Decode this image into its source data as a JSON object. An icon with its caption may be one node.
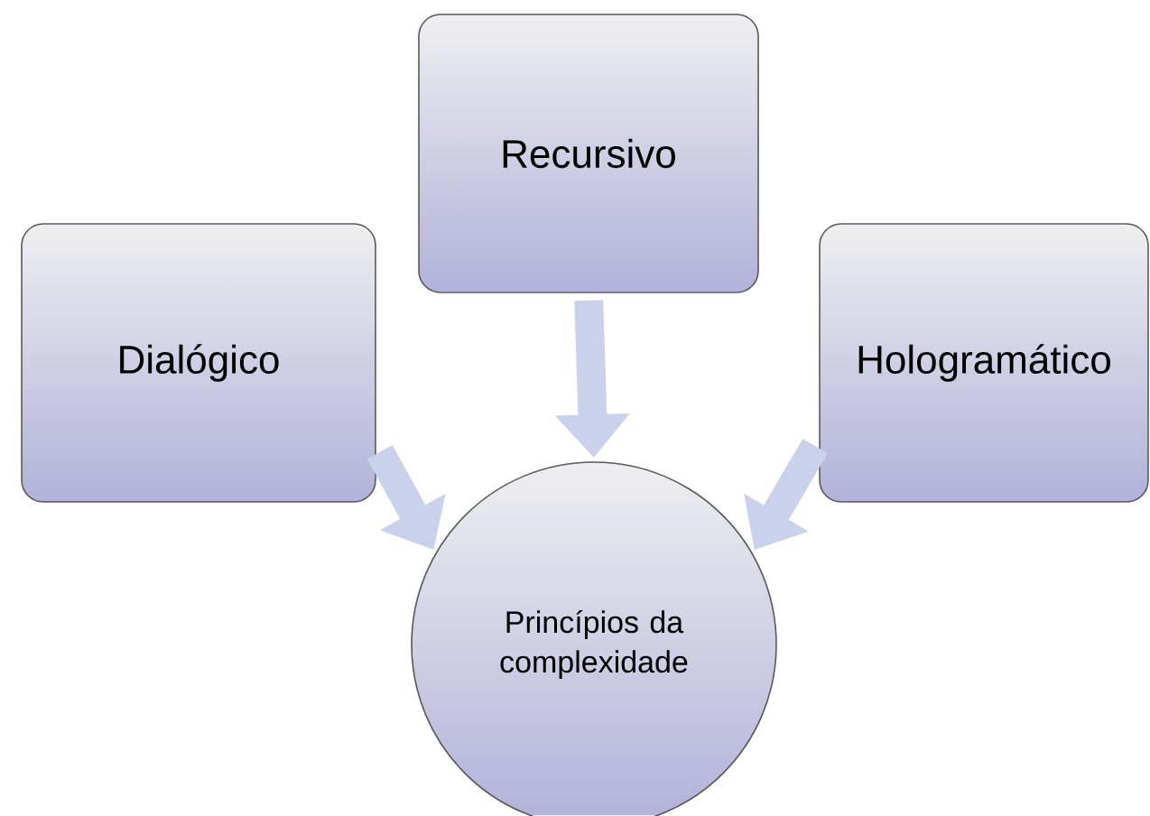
{
  "diagram": {
    "nodes": [
      {
        "text": [
          "Dialógico"
        ]
      },
      {
        "text": [
          "Recursivo"
        ]
      },
      {
        "text": [
          "Hologramático"
        ]
      },
      {
        "text": [
          "Princípios da complexidade"
        ]
      }
    ],
    "edges": [
      {
        "from": 0,
        "to": 3,
        "arrow": "to"
      },
      {
        "from": 1,
        "to": 3,
        "arrow": "to"
      },
      {
        "from": 2,
        "to": 3,
        "arrow": "to"
      }
    ]
  }
}
